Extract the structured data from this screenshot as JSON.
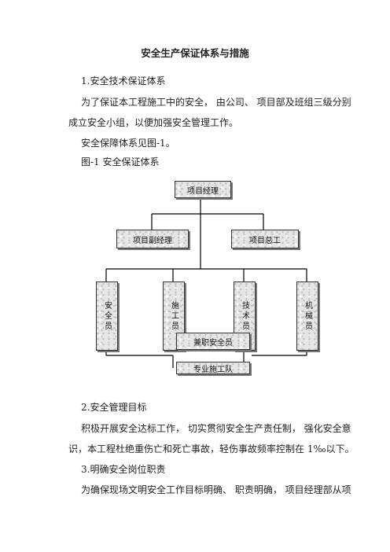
{
  "doc": {
    "title": "安全生产保证体系与措施",
    "s1_heading": "1.安全技术保证体系",
    "p1_line1": "为了保证本工程施工中的安全， 由公司、 项目部及班组三级分别",
    "p1_line2": "成立安全小组，以便加强安全管理工作。",
    "p2": "安全保障体系见图-1。",
    "figure_caption": "图-1  安全保证体系",
    "s2_heading": "2.安全管理目标",
    "p3_line1": "积极开展安全达标工作， 切实贯彻安全生产责任制， 强化安全意",
    "p3_line2": "识，本工程杜绝重伤亡和死亡事故，轻伤事故频率控制在 1‰以下。",
    "s3_heading": "3.明确安全岗位职责",
    "p4_line1": "为确保现场文明安全工作目标明确、 职责明确， 项目经理部从项"
  },
  "diagram": {
    "top": "项目经理",
    "mid_left": "项目副经理",
    "mid_right": "项目总工",
    "staff": [
      "安全员",
      "施工员",
      "技术员",
      "机械员"
    ],
    "part_time": "兼职安全员",
    "team": "专业施工队"
  }
}
